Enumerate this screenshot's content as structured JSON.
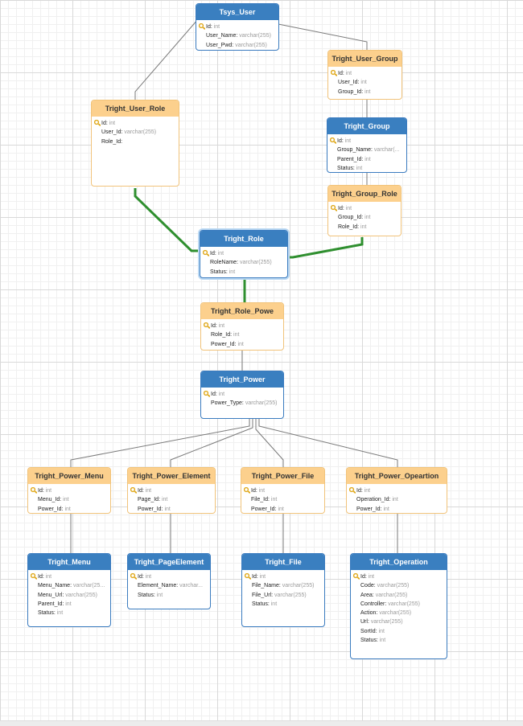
{
  "tables": [
    {
      "id": "tsys_user",
      "kind": "entity",
      "title": "Tsys_User",
      "fields": [
        {
          "name": "Id",
          "type": "int",
          "pk": true
        },
        {
          "name": "User_Name",
          "type": "varchar(255)"
        },
        {
          "name": "User_Pwd",
          "type": "varchar(255)"
        }
      ]
    },
    {
      "id": "tright_user_group",
      "kind": "rel",
      "title": "Tright_User_Group",
      "fields": [
        {
          "name": "Id",
          "type": "int",
          "pk": true
        },
        {
          "name": "User_Id",
          "type": "int"
        },
        {
          "name": "Group_Id",
          "type": "int"
        }
      ]
    },
    {
      "id": "tright_user_role",
      "kind": "rel",
      "title": "Tright_User_Role",
      "fields": [
        {
          "name": "Id",
          "type": "int",
          "pk": true
        },
        {
          "name": "User_Id",
          "type": "varchar(255)"
        },
        {
          "name": "Role_Id",
          "type": ""
        }
      ]
    },
    {
      "id": "tright_group",
      "kind": "entity",
      "title": "Tright_Group",
      "fields": [
        {
          "name": "Id",
          "type": "int",
          "pk": true
        },
        {
          "name": "Group_Name",
          "type": "varchar(..."
        },
        {
          "name": "Parent_Id",
          "type": "int"
        },
        {
          "name": "Status",
          "type": "int"
        }
      ]
    },
    {
      "id": "tright_group_role",
      "kind": "rel",
      "title": "Tright_Group_Role",
      "fields": [
        {
          "name": "Id",
          "type": "int",
          "pk": true
        },
        {
          "name": "Group_Id",
          "type": "int"
        },
        {
          "name": "Role_Id",
          "type": "int"
        }
      ]
    },
    {
      "id": "tright_role",
      "kind": "sel",
      "title": "Tright_Role",
      "fields": [
        {
          "name": "Id",
          "type": "int",
          "pk": true
        },
        {
          "name": "RoleName",
          "type": "varchar(255)"
        },
        {
          "name": "Status",
          "type": "int"
        }
      ]
    },
    {
      "id": "tright_role_powe",
      "kind": "rel",
      "title": "Tright_Role_Powe",
      "fields": [
        {
          "name": "Id",
          "type": "int",
          "pk": true
        },
        {
          "name": "Role_Id",
          "type": "int"
        },
        {
          "name": "Power_Id",
          "type": "int"
        }
      ]
    },
    {
      "id": "tright_power",
      "kind": "entity",
      "title": "Tright_Power",
      "fields": [
        {
          "name": "Id",
          "type": "int",
          "pk": true
        },
        {
          "name": "Power_Type",
          "type": "varchar(255)"
        }
      ]
    },
    {
      "id": "tright_power_menu",
      "kind": "rel",
      "title": "Tright_Power_Menu",
      "fields": [
        {
          "name": "Id",
          "type": "int",
          "pk": true
        },
        {
          "name": "Menu_Id",
          "type": "int"
        },
        {
          "name": "Power_Id",
          "type": "int"
        }
      ]
    },
    {
      "id": "tright_power_element",
      "kind": "rel",
      "title": "Tright_Power_Element",
      "fields": [
        {
          "name": "Id",
          "type": "int",
          "pk": true
        },
        {
          "name": "Page_Id",
          "type": "int"
        },
        {
          "name": "Power_Id",
          "type": "int"
        }
      ]
    },
    {
      "id": "tright_power_file",
      "kind": "rel",
      "title": "Tright_Power_File",
      "fields": [
        {
          "name": "Id",
          "type": "int",
          "pk": true
        },
        {
          "name": "File_Id",
          "type": "int"
        },
        {
          "name": "Power_Id",
          "type": "int"
        }
      ]
    },
    {
      "id": "tright_power_opeartion",
      "kind": "rel",
      "title": "Tright_Power_Opeartion",
      "fields": [
        {
          "name": "Id",
          "type": "int",
          "pk": true
        },
        {
          "name": "Operation_Id",
          "type": "int"
        },
        {
          "name": "Power_Id",
          "type": "int"
        }
      ]
    },
    {
      "id": "tright_menu",
      "kind": "entity",
      "title": "Tright_Menu",
      "fields": [
        {
          "name": "Id",
          "type": "int",
          "pk": true
        },
        {
          "name": "Menu_Name",
          "type": "varchar(25..."
        },
        {
          "name": "Menu_Url",
          "type": "varchar(255)"
        },
        {
          "name": "Parent_Id",
          "type": "int"
        },
        {
          "name": "Status",
          "type": "int"
        }
      ]
    },
    {
      "id": "tright_pageelement",
      "kind": "entity",
      "title": "Tright_PageElement",
      "fields": [
        {
          "name": "Id",
          "type": "int",
          "pk": true
        },
        {
          "name": "Element_Name",
          "type": "varchar..."
        },
        {
          "name": "Status",
          "type": "int"
        }
      ]
    },
    {
      "id": "tright_file",
      "kind": "entity",
      "title": "Tright_File",
      "fields": [
        {
          "name": "Id",
          "type": "int",
          "pk": true
        },
        {
          "name": "File_Name",
          "type": "varchar(255)"
        },
        {
          "name": "File_Url",
          "type": "varchar(255)"
        },
        {
          "name": "Status",
          "type": "int"
        }
      ]
    },
    {
      "id": "tright_operation",
      "kind": "entity",
      "title": "Tright_Operation",
      "fields": [
        {
          "name": "Id",
          "type": "int",
          "pk": true
        },
        {
          "name": "Code",
          "type": "varchar(255)"
        },
        {
          "name": "Area",
          "type": "varchar(255)"
        },
        {
          "name": "Controller",
          "type": "varchar(255)"
        },
        {
          "name": "Action",
          "type": "varchar(255)"
        },
        {
          "name": "Url",
          "type": "varchar(255)"
        },
        {
          "name": "SortId",
          "type": "int"
        },
        {
          "name": "Status",
          "type": "int"
        }
      ]
    }
  ],
  "colors": {
    "entity_header": "#3a7fc0",
    "relation_header": "#fcd08d",
    "highlight_link": "#2f8f2f",
    "link": "#7a7a7a",
    "key_icon": "#e0a91c"
  }
}
